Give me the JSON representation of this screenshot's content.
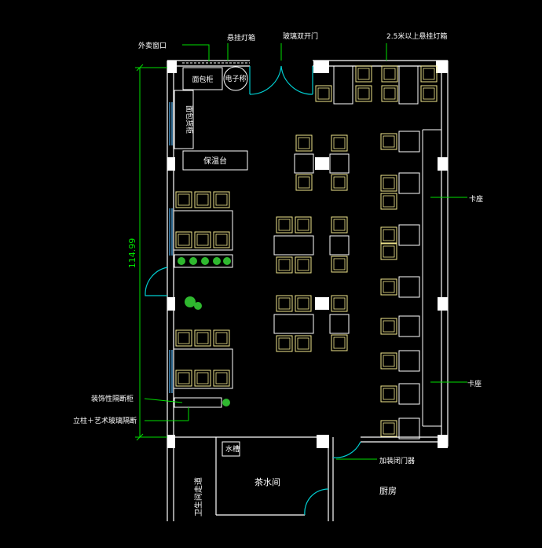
{
  "labels": {
    "takeout_window": "外卖窗口",
    "hang_lights": "悬挂灯箱",
    "glass_door": "玻璃双开门",
    "ceiling_light": "2.5米以上悬挂灯箱",
    "bread_counter": "面包柜",
    "elec_scale": "电子称",
    "bread_shelf": "面包货柜",
    "insulation_counter": "保温台",
    "booth_top": "卡座",
    "booth_bottom": "卡座",
    "dimension": "114.99",
    "divider": "装饰性隔断柜",
    "partition": "立柱＋艺术玻璃隔断",
    "tea_room": "茶水间",
    "tea_sink": "水槽",
    "restroom_aisle": "卫生间走道",
    "kitchen_door": "加装闭门器",
    "kitchen": "厨房"
  },
  "colors": {
    "wall": "#ffffff",
    "chair": "#f0e68c",
    "dimension": "#00e000",
    "door": "#00ced1",
    "window": "#4aa3df",
    "plant": "#2fb82f",
    "background": "#000000"
  }
}
